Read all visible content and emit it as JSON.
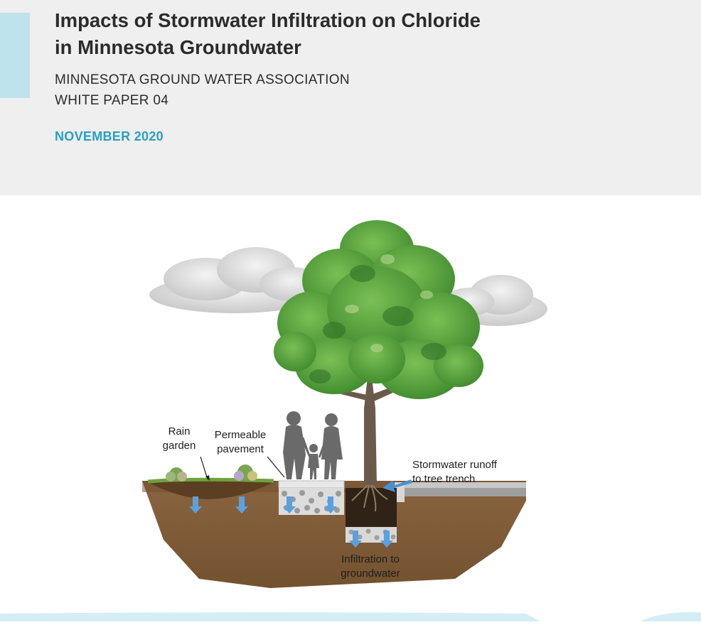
{
  "header": {
    "title_line1": "Impacts of Stormwater Infiltration on Chloride",
    "title_line2": "in Minnesota Groundwater",
    "org_line1": "MINNESOTA GROUND WATER ASSOCIATION",
    "org_line2": "WHITE PAPER 04",
    "date": "NOVEMBER 2020",
    "accent_color": "#bfe3ec",
    "date_color": "#2a9fc1"
  },
  "figure": {
    "labels": {
      "rain_garden_1": "Rain",
      "rain_garden_2": "garden",
      "permeable_1": "Permeable",
      "permeable_2": "pavement",
      "stormwater_1": "Stormwater runoff",
      "stormwater_2": "to tree trench",
      "infiltration_1": "Infiltration to",
      "infiltration_2": "groundwater"
    }
  }
}
